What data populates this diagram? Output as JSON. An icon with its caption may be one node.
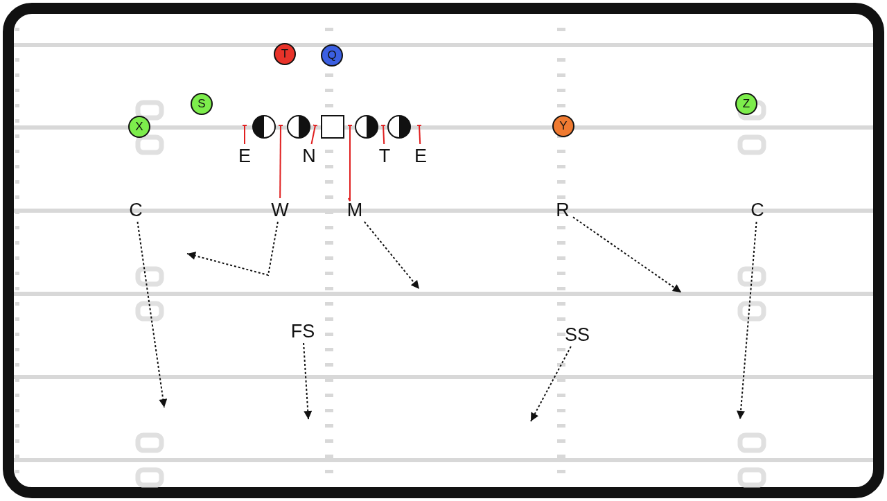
{
  "diagram": {
    "nodes": [
      {
        "text": [
          "T"
        ]
      },
      {
        "text": [
          "Q"
        ]
      },
      {
        "text": [
          "S"
        ]
      },
      {
        "text": [
          "Z"
        ]
      },
      {
        "text": [
          "X"
        ]
      },
      {
        "text": [],
        "shape": "circle"
      },
      {
        "text": [],
        "shape": "circle"
      },
      {
        "text": [],
        "shape": "box"
      },
      {
        "text": [],
        "shape": "circle"
      },
      {
        "text": [],
        "shape": "circle"
      },
      {
        "text": [
          "Y"
        ]
      },
      {
        "text": [
          "E"
        ]
      },
      {
        "text": [
          "N"
        ]
      },
      {
        "text": [
          "T"
        ]
      },
      {
        "text": [
          "E"
        ]
      },
      {
        "text": [
          "C"
        ]
      },
      {
        "text": [
          "W"
        ]
      },
      {
        "text": [
          "M"
        ]
      },
      {
        "text": [
          "R"
        ]
      },
      {
        "text": [
          "C"
        ]
      },
      {
        "text": [
          "FS"
        ]
      },
      {
        "text": [
          "SS"
        ]
      }
    ],
    "edges": [
      {
        "from": 11,
        "to": null,
        "arrow": "other",
        "color": "#e02020"
      },
      {
        "from": 16,
        "to": 5,
        "arrow": "other",
        "color": "#e02020"
      },
      {
        "from": 12,
        "to": null,
        "arrow": "other",
        "color": "#e02020"
      },
      {
        "from": 17,
        "to": 7,
        "arrow": "other",
        "color": "#e02020"
      },
      {
        "from": 13,
        "to": null,
        "arrow": "other",
        "color": "#e02020"
      },
      {
        "from": 14,
        "to": null,
        "arrow": "other",
        "color": "#e02020"
      },
      {
        "from": 15,
        "to": null,
        "arrow": "to",
        "style": "dashed"
      },
      {
        "from": 16,
        "to": null,
        "arrow": "to",
        "style": "dashed"
      },
      {
        "from": 17,
        "to": null,
        "arrow": "to",
        "style": "dashed"
      },
      {
        "from": 18,
        "to": null,
        "arrow": "to",
        "style": "dashed"
      },
      {
        "from": 19,
        "to": null,
        "arrow": "to",
        "style": "dashed"
      },
      {
        "from": 20,
        "to": null,
        "arrow": "to",
        "style": "dashed"
      },
      {
        "from": 21,
        "to": null,
        "arrow": "to",
        "style": "dashed"
      }
    ]
  }
}
